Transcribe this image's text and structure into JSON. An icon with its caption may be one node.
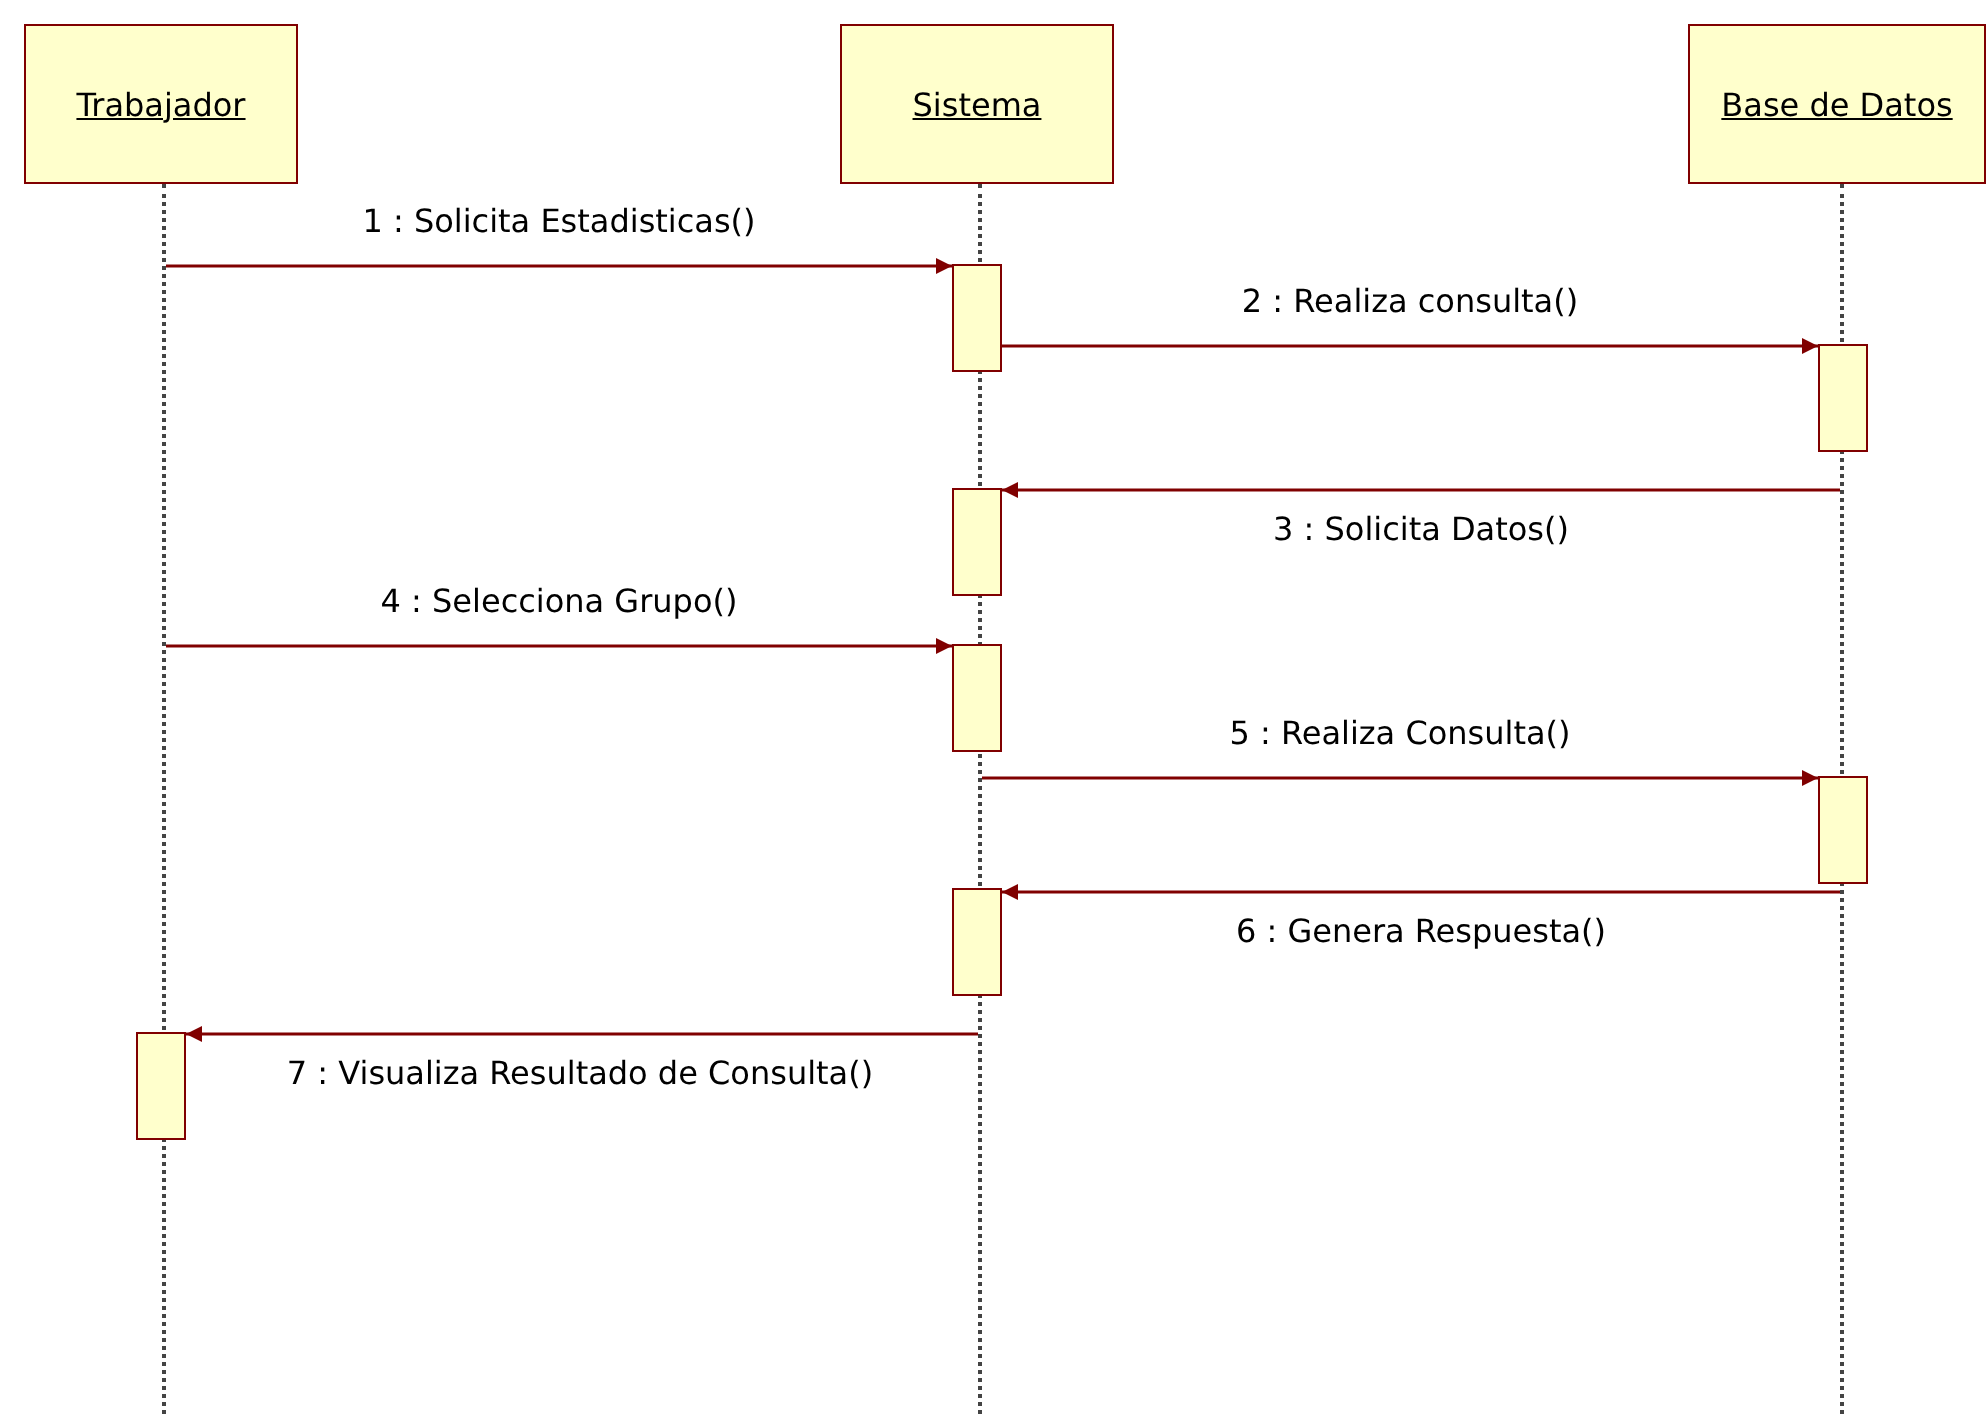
{
  "diagram": {
    "nodes": [
      {
        "text": [
          "Trabajador"
        ]
      },
      {
        "text": [
          "Sistema"
        ]
      },
      {
        "text": [
          "Base de Datos"
        ]
      },
      {
        "text": [],
        "shape": "line"
      },
      {
        "text": [],
        "shape": "line"
      },
      {
        "text": [],
        "shape": "line"
      },
      {
        "text": [],
        "shape": "bar"
      },
      {
        "text": [],
        "shape": "bar"
      },
      {
        "text": [],
        "shape": "bar"
      },
      {
        "text": [],
        "shape": "bar"
      },
      {
        "text": [],
        "shape": "bar"
      },
      {
        "text": [],
        "shape": "bar"
      },
      {
        "text": [],
        "shape": "bar"
      }
    ],
    "edges": [
      {
        "from": 3,
        "to": 6,
        "arrow": "to",
        "label": "1 : Solicita Estadisticas()"
      },
      {
        "from": 6,
        "to": 7,
        "arrow": "to",
        "label": "2 : Realiza consulta()"
      },
      {
        "from": 5,
        "to": 8,
        "arrow": "to",
        "label": "3 : Solicita Datos()"
      },
      {
        "from": 3,
        "to": 9,
        "arrow": "to",
        "label": "4 : Selecciona Grupo()"
      },
      {
        "from": 4,
        "to": 10,
        "arrow": "to",
        "label": "5 : Realiza Consulta()"
      },
      {
        "from": 5,
        "to": 11,
        "arrow": "to",
        "label": "6 : Genera Respuesta()"
      },
      {
        "from": 4,
        "to": 12,
        "arrow": "to",
        "label": "7 : Visualiza Resultado de Consulta()"
      }
    ]
  }
}
